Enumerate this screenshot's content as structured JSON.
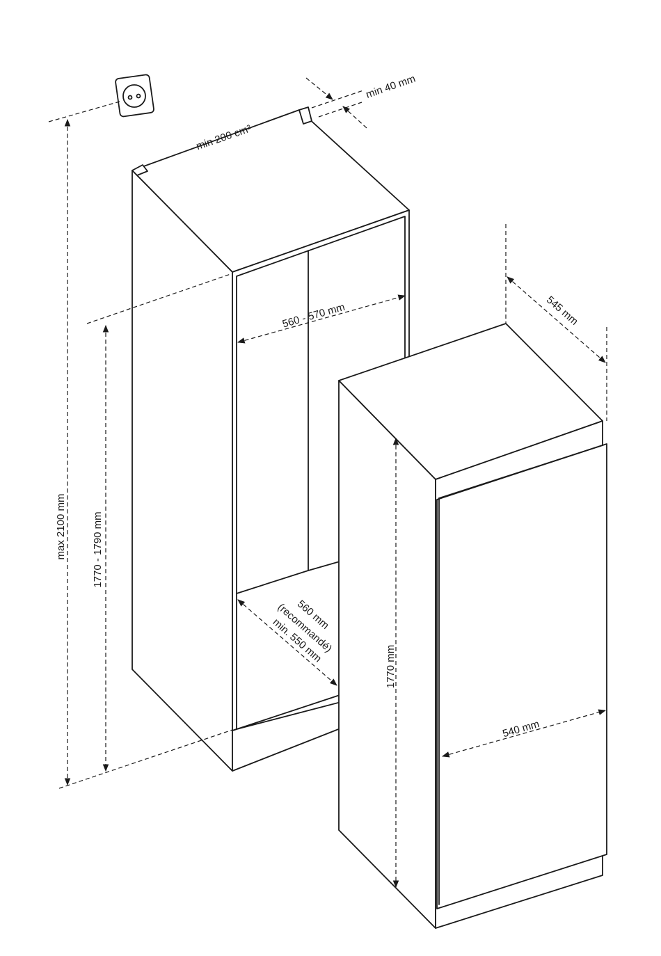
{
  "labels": {
    "ventilation_min": "min 200 cm²",
    "clearance_top": "min 40 mm",
    "niche_width": "560 - 570 mm",
    "max_height": "max 2100 mm",
    "niche_height": "1770 - 1790 mm",
    "niche_depth_line1": "560 mm",
    "niche_depth_line2": "(recommandé)",
    "niche_depth_line3": "min. 550 mm",
    "appliance_depth": "545 mm",
    "appliance_height": "1770 mm",
    "appliance_width": "540 mm"
  },
  "icons": {
    "socket": "power-socket-icon"
  },
  "colors": {
    "line": "#1a1a1a",
    "background": "#ffffff"
  }
}
